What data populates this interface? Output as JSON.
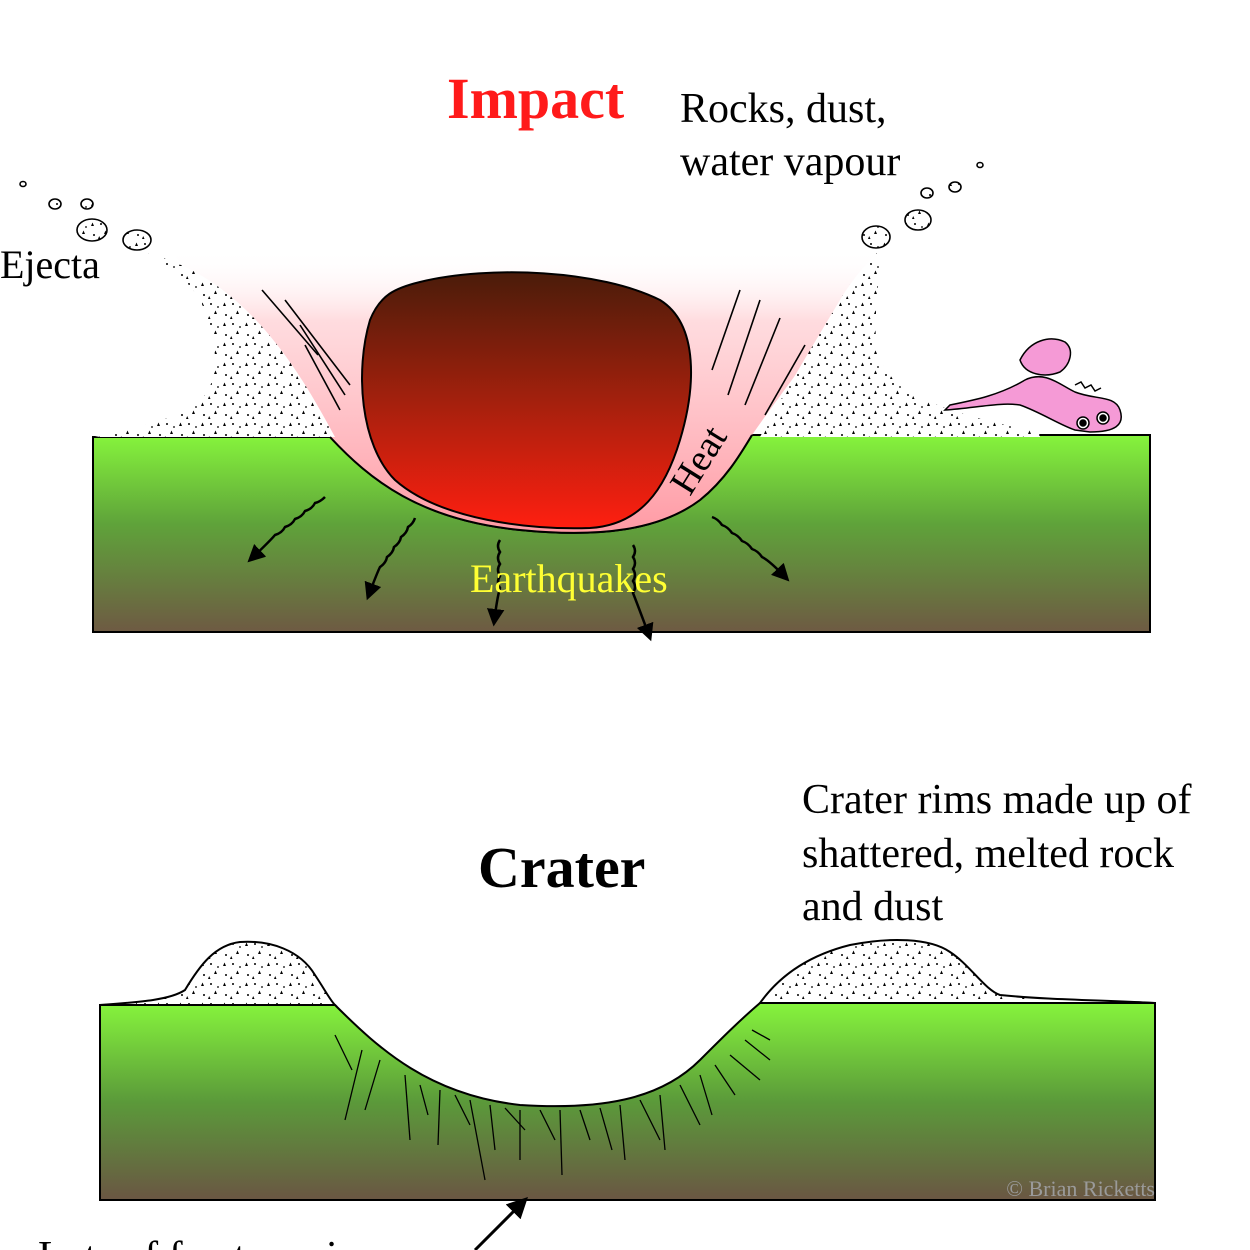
{
  "top_panel": {
    "title": "Impact",
    "title_color": "#ff1a1a",
    "debris_label_line1": "Rocks, dust,",
    "debris_label_line2": "water vapour",
    "ejecta_label": "Ejecta",
    "heat_label": "Heat",
    "earthquakes_label": "Earthquakes",
    "earthquakes_color": "#ffff33"
  },
  "bottom_panel": {
    "title": "Crater",
    "rim_label_line1": "Crater rims made up of",
    "rim_label_line2": "shattered, melted rock",
    "rim_label_line3": "and dust",
    "fractures_label": "Lots of fractures in",
    "credit": "© Brian Ricketts"
  },
  "colors": {
    "ground_top": "#86f43c",
    "ground_bottom": "#6e5a43",
    "meteor_top": "#4a1c0a",
    "meteor_bottom": "#ff1f10",
    "heat_glow": "#ffb3b8",
    "creature": "#f59ad6"
  },
  "icons": [
    "meteorite-icon",
    "creature-icon",
    "seismic-arrow-icon",
    "debris-rock-icon"
  ]
}
